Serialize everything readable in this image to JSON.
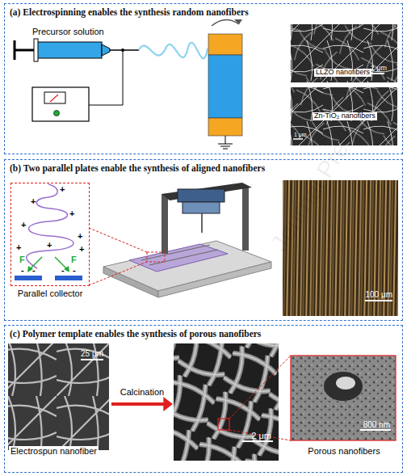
{
  "diagram": {
    "nodes": [
      {
        "text": [
          "(a) Electrospinning enables the synthesis random nanofibers"
        ]
      },
      {
        "text": [
          "LLZO nanofibers",
          "2 μm"
        ],
        "in": 0
      },
      {
        "text": [
          "Zn-TiO₂ nanofibers",
          "1 μm"
        ],
        "in": 0
      },
      {
        "text": [
          "(b) Two parallel plates enable the synthesis of aligned nanofibers"
        ]
      },
      {
        "text": [
          "Parallel collector"
        ],
        "in": 3
      },
      {
        "text": [
          "100 μm"
        ],
        "in": 3
      },
      {
        "text": [
          "(c) Polymer template enables the synthesis of porous nanofibers"
        ]
      },
      {
        "text": [
          "25 μm",
          "Electrospun nanofiber"
        ],
        "in": 6
      },
      {
        "text": [
          "2 μm"
        ],
        "in": 6
      },
      {
        "text": [
          "800 nm",
          "Porous nanofibers"
        ],
        "in": 6
      }
    ],
    "edges": [
      {
        "from": 7,
        "to": 8,
        "label": "Calcination",
        "arrow": "to"
      }
    ],
    "labels": [
      "Precursor solution",
      "+",
      "+",
      "+",
      "+",
      "+",
      "+",
      "+",
      "+",
      "F",
      "F",
      "-",
      "-",
      "-",
      "-",
      "Journal Pre-proof"
    ]
  }
}
